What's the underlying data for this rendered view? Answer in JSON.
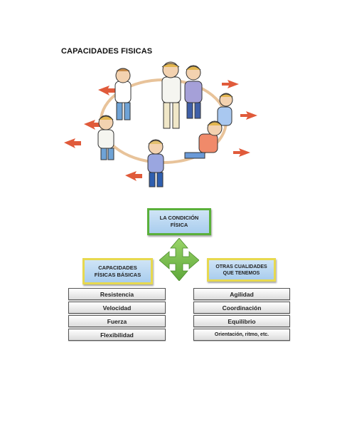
{
  "page_title": "CAPACIDADES FISICAS",
  "diagram": {
    "top_box": {
      "line1": "LA CONDICIÓN",
      "line2": "FÍSICA"
    },
    "left_box": {
      "line1": "CAPACIDADES",
      "line2": "FÍSICAS BÁSICAS"
    },
    "right_box": {
      "line1": "OTRAS CUALIDADES",
      "line2": "QUE TENEMOS"
    },
    "left_items": [
      "Resistencia",
      "Velocidad",
      "Fuerza",
      "Flexibilidad"
    ],
    "right_items": [
      "Agilidad",
      "Coordinación",
      "Equilibrio",
      "Orientación, ritmo, etc."
    ],
    "colors": {
      "box_fill": "#a9cdee",
      "top_border": "#5ab03a",
      "side_border": "#e7d94f",
      "arrow_fill": "#7cc04a",
      "motion_arrow": "#e05a3a"
    }
  }
}
